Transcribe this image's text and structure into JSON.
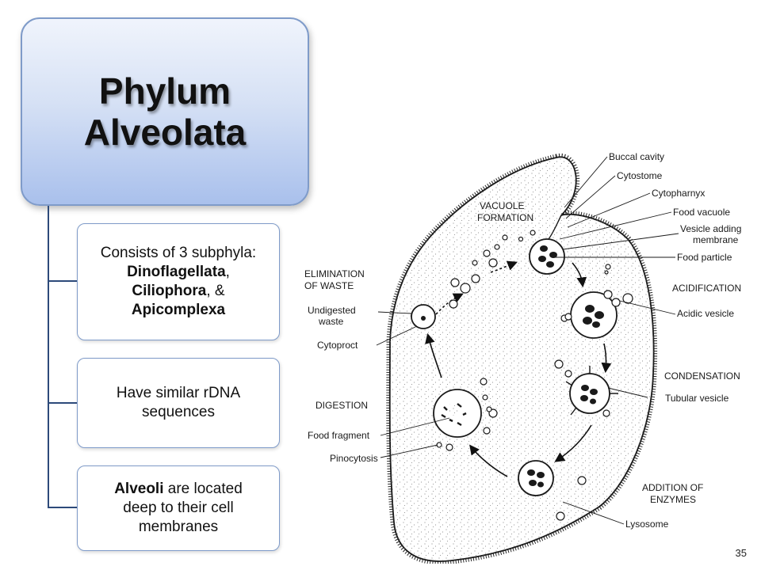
{
  "title": {
    "line1": "Phylum",
    "line2": "Alveolata"
  },
  "boxes": {
    "box1": {
      "t1": "Consists of 3 subphyla:",
      "b1": "Dinoflagellata",
      "t2": ",",
      "b2": "Ciliophora",
      "t3": ", &",
      "b3": "Apicomplexa"
    },
    "box2": {
      "l1": "Have similar rDNA",
      "l2": "sequences"
    },
    "box3": {
      "b1": "Alveoli",
      "t1": " are located",
      "l2": "deep to their cell",
      "l3": "membranes"
    }
  },
  "diagram": {
    "stages": {
      "vacuole_formation": [
        "VACUOLE",
        "FORMATION"
      ],
      "elimination": [
        "ELIMINATION",
        "OF WASTE"
      ],
      "acidification": "ACIDIFICATION",
      "condensation": "CONDENSATION",
      "digestion": "DIGESTION",
      "addition": [
        "ADDITION OF",
        "ENZYMES"
      ]
    },
    "labels": {
      "buccal_cavity": "Buccal cavity",
      "cytostome": "Cytostome",
      "cytopharynx": "Cytopharnyx",
      "food_vacuole": "Food vacuole",
      "vesicle_adding": [
        "Vesicle adding",
        "membrane"
      ],
      "food_particle": "Food particle",
      "acidic_vesicle": "Acidic vesicle",
      "tubular_vesicle": "Tubular vesicle",
      "undigested_waste": [
        "Undigested",
        "waste"
      ],
      "cytoproct": "Cytoproct",
      "food_fragment": "Food fragment",
      "pinocytosis": "Pinocytosis",
      "lysosome": "Lysosome"
    }
  },
  "page_number": "35"
}
